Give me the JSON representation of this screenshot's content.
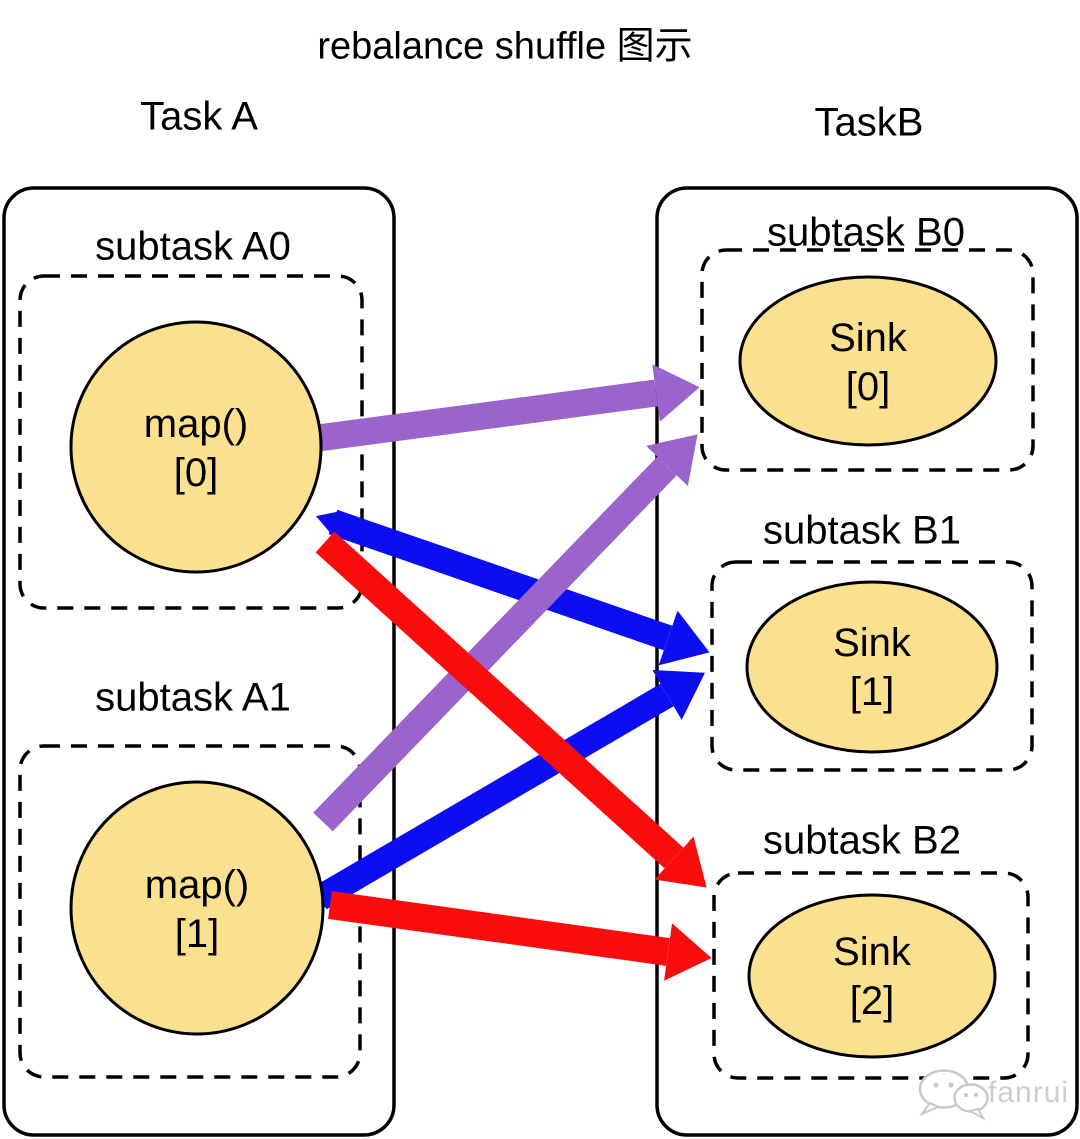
{
  "title": "rebalance shuffle 图示",
  "colors": {
    "node_fill": "#FBE08F",
    "node_stroke": "#000000",
    "purple": "#9A64CC",
    "blue": "#0D0DF2",
    "red": "#F80C0C",
    "watermark": "#CDCDCD"
  },
  "task_a": {
    "title": "Task A",
    "subtasks": [
      {
        "label": "subtask A0",
        "node": {
          "lines": [
            "map()",
            "[0]"
          ]
        }
      },
      {
        "label": "subtask A1",
        "node": {
          "lines": [
            "map()",
            "[1]"
          ]
        }
      }
    ]
  },
  "task_b": {
    "title": "TaskB",
    "subtasks": [
      {
        "label": "subtask B0",
        "node": {
          "lines": [
            "Sink",
            "[0]"
          ]
        }
      },
      {
        "label": "subtask B1",
        "node": {
          "lines": [
            "Sink",
            "[1]"
          ]
        }
      },
      {
        "label": "subtask B2",
        "node": {
          "lines": [
            "Sink",
            "[2]"
          ]
        }
      }
    ]
  },
  "edges": [
    {
      "from": "map()[0]",
      "to": "Sink[0]",
      "color": "purple"
    },
    {
      "from": "map()[0]",
      "to": "Sink[1]",
      "color": "blue"
    },
    {
      "from": "map()[0]",
      "to": "Sink[2]",
      "color": "red"
    },
    {
      "from": "map()[1]",
      "to": "Sink[0]",
      "color": "purple"
    },
    {
      "from": "map()[1]",
      "to": "Sink[1]",
      "color": "blue"
    },
    {
      "from": "map()[1]",
      "to": "Sink[2]",
      "color": "red"
    }
  ],
  "watermark": {
    "text": "fanrui",
    "icon": "wechat-icon"
  }
}
